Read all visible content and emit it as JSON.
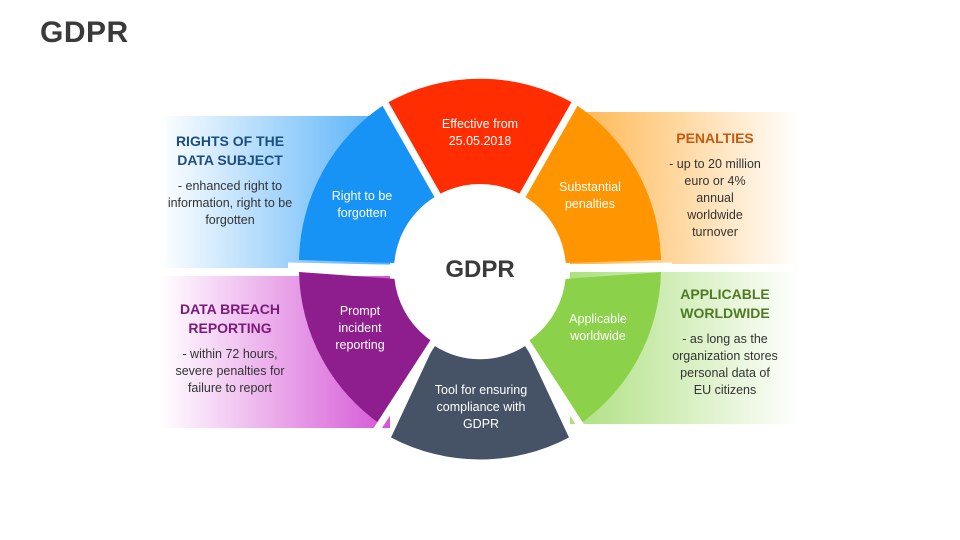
{
  "title": "GDPR",
  "center_label": "GDPR",
  "colors": {
    "red": "#FF2D00",
    "orange": "#FF9500",
    "green": "#8BD24A",
    "slate": "#465366",
    "purple": "#8E1D8E",
    "blue": "#1693F5",
    "blue_title": "#1C4E80",
    "orange_title": "#C55A11",
    "green_title": "#507A24",
    "purple_title": "#7A1A7A"
  },
  "segments": {
    "effective": "Effective from 25.05.2018",
    "penalties": "Substantial penalties",
    "worldwide": "Applicable worldwide",
    "tool": "Tool for ensuring compliance with GDPR",
    "breach": "Prompt incident reporting",
    "rights": "Right to be forgotten"
  },
  "panels": {
    "rights": {
      "title": "RIGHTS OF THE DATA SUBJECT",
      "body": "- enhanced right to information, right to be forgotten"
    },
    "penalties": {
      "title": "PENALTIES",
      "body": "- up to 20 million euro or 4% annual worldwide turnover"
    },
    "breach": {
      "title": "DATA BREACH REPORTING",
      "body": "- within 72 hours, severe penalties for failure to report"
    },
    "worldwide": {
      "title": "APPLICABLE WORLDWIDE",
      "body": "- as long as the organization stores personal data of EU citizens"
    }
  }
}
